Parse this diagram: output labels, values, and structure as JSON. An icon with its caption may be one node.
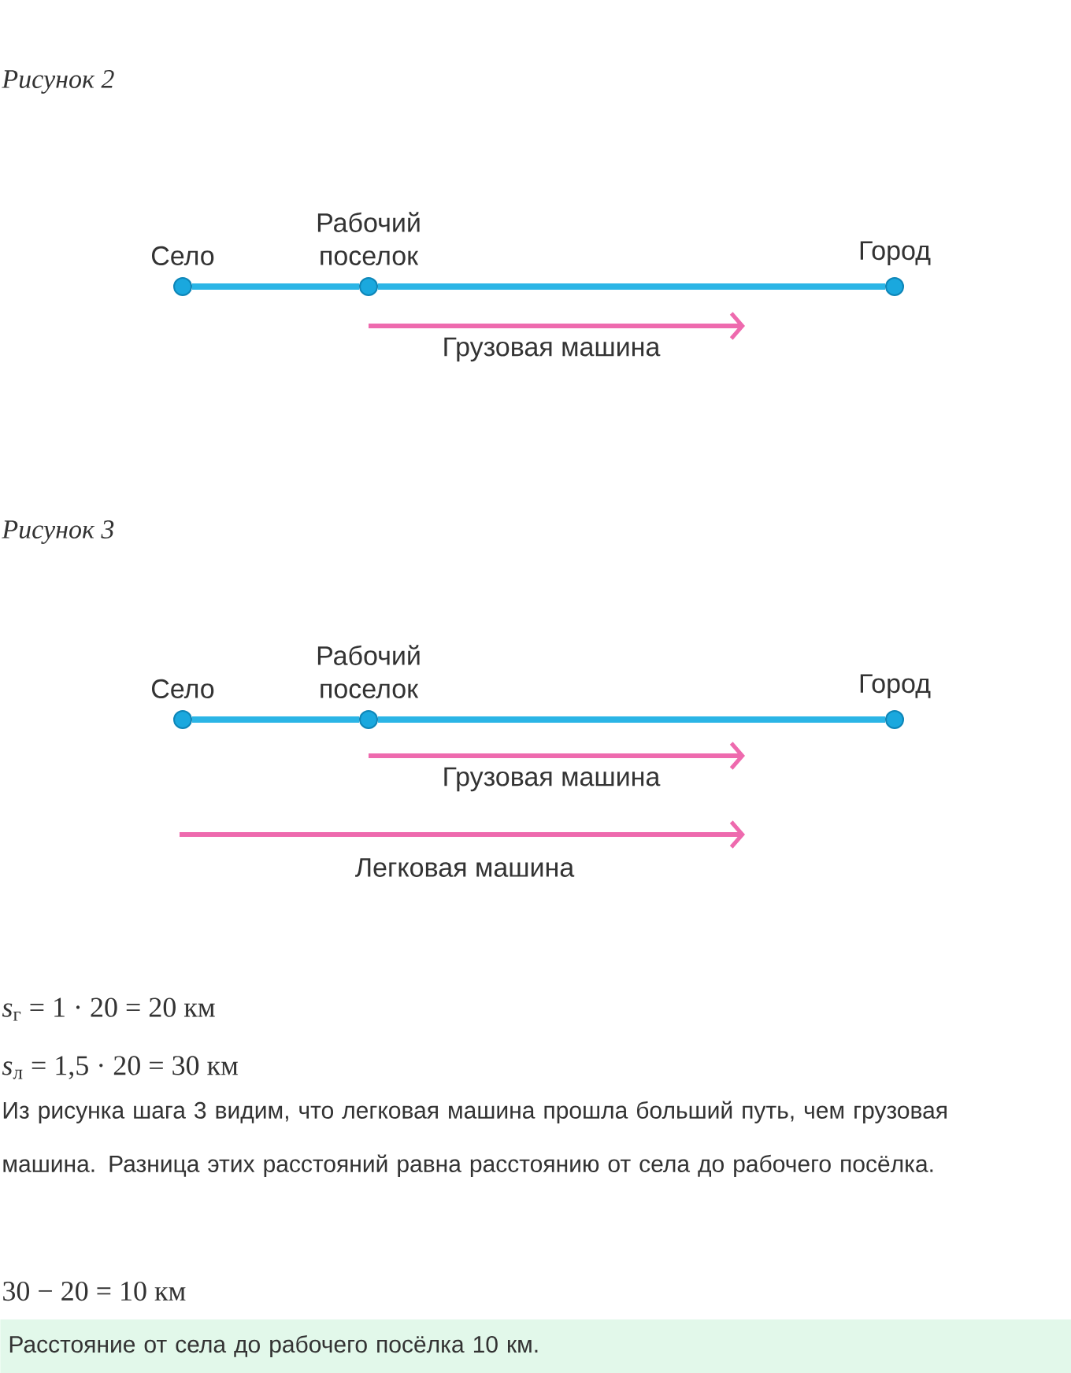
{
  "diagram": {
    "nodes": [
      {
        "text": [
          "Село"
        ]
      },
      {
        "text": [
          "Рабочий поселок"
        ]
      },
      {
        "text": [
          "Город"
        ]
      },
      {
        "text": [
          "Село"
        ]
      },
      {
        "text": [
          "Рабочий поселок"
        ]
      },
      {
        "text": [
          "Город"
        ]
      },
      {
        "text": [
          "Расстояние от села до рабочего посёлка 10 км."
        ]
      }
    ],
    "edges": [
      {
        "from": 0,
        "to": 1,
        "arrow": "none"
      },
      {
        "from": 1,
        "to": 2,
        "arrow": "none"
      },
      {
        "from": 3,
        "to": 4,
        "arrow": "none"
      },
      {
        "from": 4,
        "to": 5,
        "arrow": "none"
      }
    ],
    "labels": [
      "Рисунок 2",
      "Грузовая машина",
      "Рисунок 3",
      "Грузовая машина",
      "Легковая машина",
      "*s*$_{г}$ = 1 · 20 = 20 км",
      "*s*$_{л}$ = 1,5 · 20 = 30 км",
      "Из рисунка шага 3 видим, что легковая машина прошла больший путь, чем грузовая машина. Разница этих расстояний равна расстоянию от села до рабочего посёлка.",
      "30 − 20 = 10 км"
    ]
  }
}
